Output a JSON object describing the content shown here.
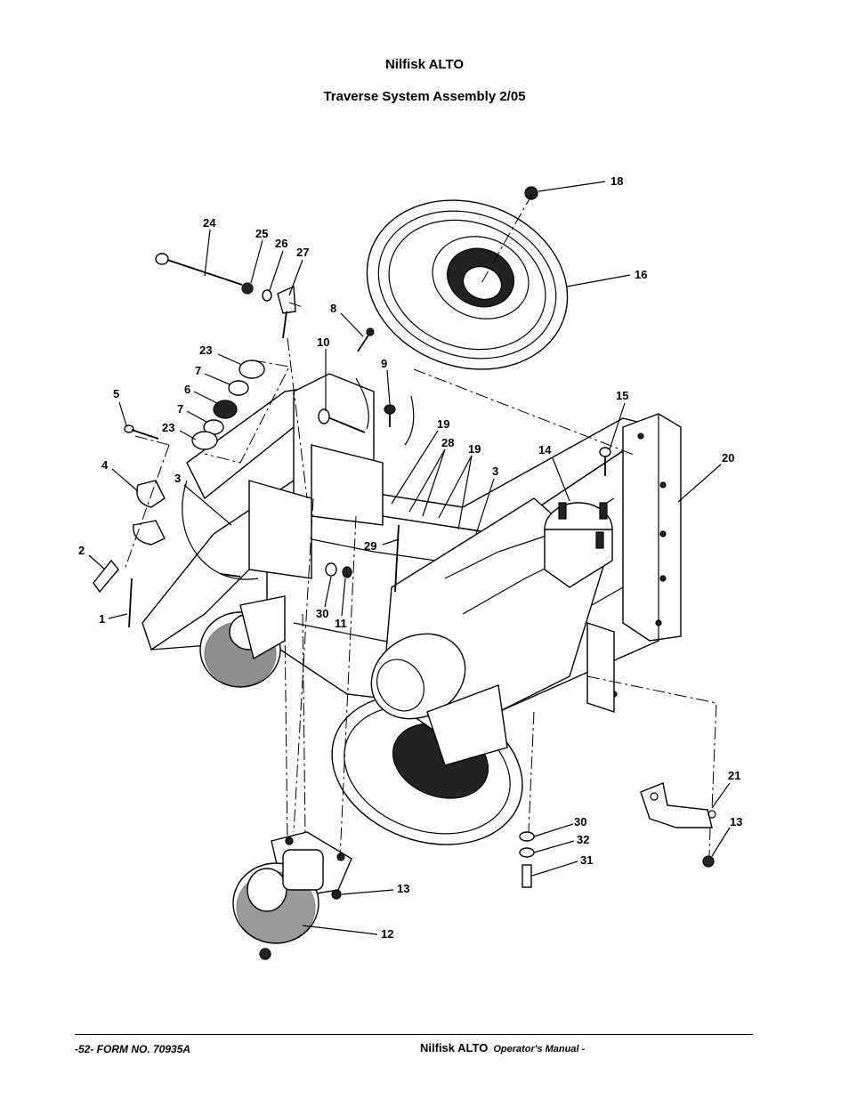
{
  "header": {
    "brand": "Nilfisk ALTO",
    "title": "Traverse System Assembly 2/05"
  },
  "callouts": [
    {
      "id": "c18",
      "label": "18"
    },
    {
      "id": "c16",
      "label": "16"
    },
    {
      "id": "c24",
      "label": "24"
    },
    {
      "id": "c25",
      "label": "25"
    },
    {
      "id": "c26",
      "label": "26"
    },
    {
      "id": "c27",
      "label": "27"
    },
    {
      "id": "c8",
      "label": "8"
    },
    {
      "id": "c10",
      "label": "10"
    },
    {
      "id": "c9",
      "label": "9"
    },
    {
      "id": "c23a",
      "label": "23"
    },
    {
      "id": "c7a",
      "label": "7"
    },
    {
      "id": "c6",
      "label": "6"
    },
    {
      "id": "c7b",
      "label": "7"
    },
    {
      "id": "c23b",
      "label": "23"
    },
    {
      "id": "c5",
      "label": "5"
    },
    {
      "id": "c15",
      "label": "15"
    },
    {
      "id": "c19a",
      "label": "19"
    },
    {
      "id": "c28",
      "label": "28"
    },
    {
      "id": "c19b",
      "label": "19"
    },
    {
      "id": "c14",
      "label": "14"
    },
    {
      "id": "c20",
      "label": "20"
    },
    {
      "id": "c4",
      "label": "4"
    },
    {
      "id": "c3a",
      "label": "3"
    },
    {
      "id": "c3b",
      "label": "3"
    },
    {
      "id": "c29",
      "label": "29"
    },
    {
      "id": "c2",
      "label": "2"
    },
    {
      "id": "c30a",
      "label": "30"
    },
    {
      "id": "c11",
      "label": "11"
    },
    {
      "id": "c1",
      "label": "1"
    },
    {
      "id": "c21",
      "label": "21"
    },
    {
      "id": "c13a",
      "label": "13"
    },
    {
      "id": "c30b",
      "label": "30"
    },
    {
      "id": "c32",
      "label": "32"
    },
    {
      "id": "c31",
      "label": "31"
    },
    {
      "id": "c13b",
      "label": "13"
    },
    {
      "id": "c12",
      "label": "12"
    }
  ],
  "footer": {
    "left": "-52-  FORM NO. 70935A",
    "brand": "Nilfisk ALTO",
    "manual": "Operator's Manual -"
  }
}
